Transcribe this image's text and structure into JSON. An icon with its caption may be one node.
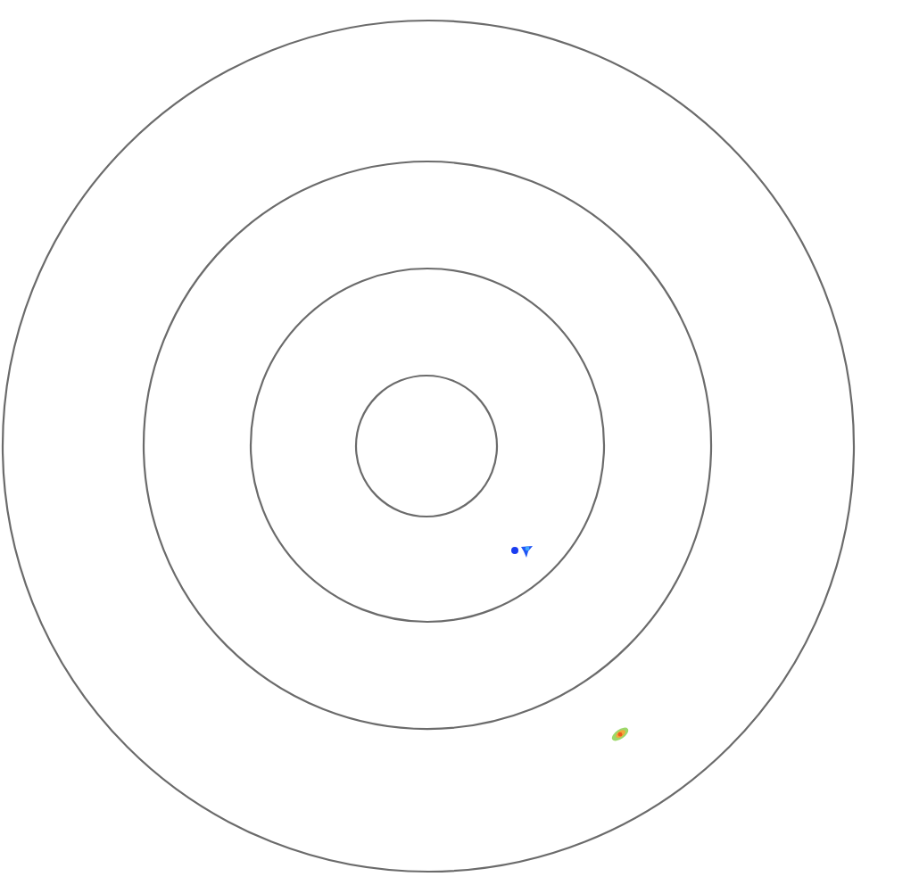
{
  "diagram": {
    "nodes": [
      {
        "text": [],
        "shape": "circle"
      },
      {
        "text": [],
        "shape": "circle",
        "in": 0
      },
      {
        "text": [],
        "shape": "circle",
        "in": 1
      },
      {
        "text": [],
        "shape": "circle",
        "in": 2
      }
    ]
  }
}
